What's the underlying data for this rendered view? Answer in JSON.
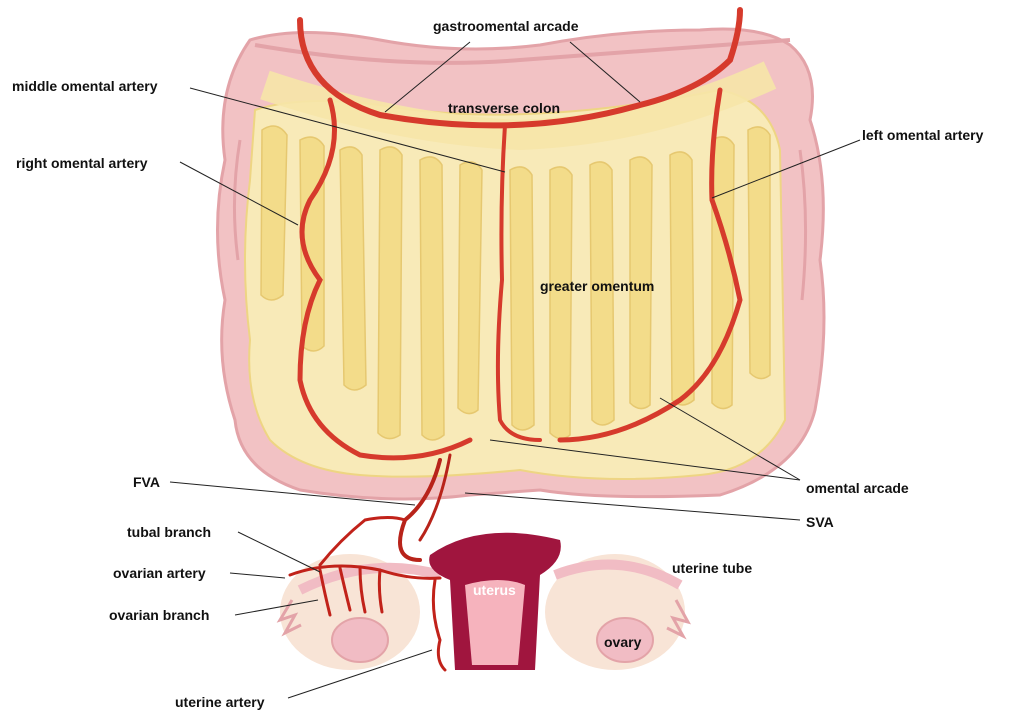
{
  "labels": {
    "gastroomental_arcade": "gastroomental arcade",
    "middle_omental_artery": "middle omental artery",
    "transverse_colon": "transverse colon",
    "left_omental_artery": "left omental artery",
    "right_omental_artery": "right omental artery",
    "greater_omentum": "greater omentum",
    "fva": "FVA",
    "omental_arcade": "omental arcade",
    "sva": "SVA",
    "tubal_branch": "tubal branch",
    "ovarian_artery": "ovarian artery",
    "ovarian_branch": "ovarian branch",
    "uterus": "uterus",
    "uterine_tube": "uterine tube",
    "ovary": "ovary",
    "uterine_artery": "uterine artery"
  },
  "colors": {
    "colon": "#f2c2c4",
    "colon_dark": "#e3a3a8",
    "omentum": "#f6e6a8",
    "omentum_fold": "#f3dc8a",
    "artery": "#d63a2c",
    "artery_dark": "#b8231a",
    "uterus": "#a0153e",
    "uterus_light": "#f6b3bd",
    "ovary": "#f1bcc4",
    "background_pale": "#f8e4d6"
  }
}
